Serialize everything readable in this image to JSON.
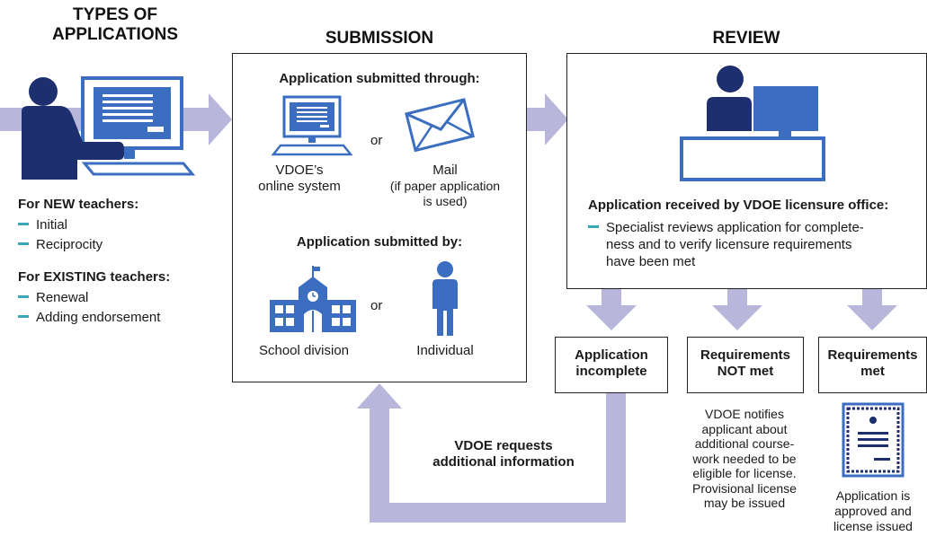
{
  "types": {
    "title_line1": "TYPES OF",
    "title_line2": "APPLICATIONS",
    "new_heading": "For NEW teachers:",
    "new_items": [
      "Initial",
      "Reciprocity"
    ],
    "existing_heading": "For EXISTING teachers:",
    "existing_items": [
      "Renewal",
      "Adding endorsement"
    ]
  },
  "submission": {
    "title": "SUBMISSION",
    "through_heading": "Application submitted through:",
    "online_line1": "VDOE’s",
    "online_line2": "online system",
    "or1": "or",
    "mail_label": "Mail",
    "mail_note_line1": "(if paper application",
    "mail_note_line2": "is used)",
    "by_heading": "Application submitted by:",
    "school_label": "School division",
    "or2": "or",
    "individual_label": "Individual",
    "return_line1": "VDOE requests",
    "return_line2": "additional information"
  },
  "review": {
    "title": "REVIEW",
    "received_heading": "Application received by VDOE licensure office:",
    "item_line1": "Specialist reviews application for complete-",
    "item_line2": "ness and to verify licensure requirements",
    "item_line3": "have been met"
  },
  "outcomes": {
    "incomplete_line1": "Application",
    "incomplete_line2": "incomplete",
    "notmet_line1": "Requirements",
    "notmet_line2": "NOT met",
    "notmet_desc": [
      "VDOE notifies",
      "applicant about",
      "additional course-",
      "work needed to be",
      "eligible for license.",
      "Provisional license",
      "may be issued"
    ],
    "met_line1": "Requirements",
    "met_line2": "met",
    "met_desc": [
      "Application is",
      "approved and",
      "license issued"
    ]
  },
  "colors": {
    "arrow": "#b9b6dc",
    "navy": "#1d2f6e",
    "blue": "#3b6ec0",
    "accent_dash": "#3aa6b8"
  },
  "icons": [
    "student-at-computer-icon",
    "computer-icon",
    "envelope-icon",
    "school-building-icon",
    "person-icon",
    "reviewer-desk-icon",
    "certificate-icon"
  ]
}
